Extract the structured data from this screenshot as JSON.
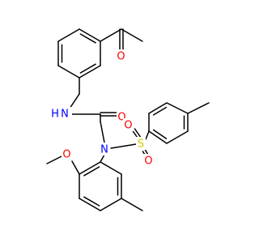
{
  "molecule": {
    "colors": {
      "bond": "#000000",
      "carbon": "#000000",
      "oxygen": "#ff0000",
      "nitrogen": "#0000ff",
      "sulfur": "#cccc00",
      "background": "#ffffff"
    },
    "atoms": {
      "ketone_o": "O",
      "amide_nh": "N",
      "amide_h": "H",
      "amide_o": "O",
      "sulfonamide_n": "N",
      "sulfur": "S",
      "sulfonyl_o_top": "O",
      "sulfonyl_o_bottom": "O",
      "methoxy_o": "O"
    }
  }
}
